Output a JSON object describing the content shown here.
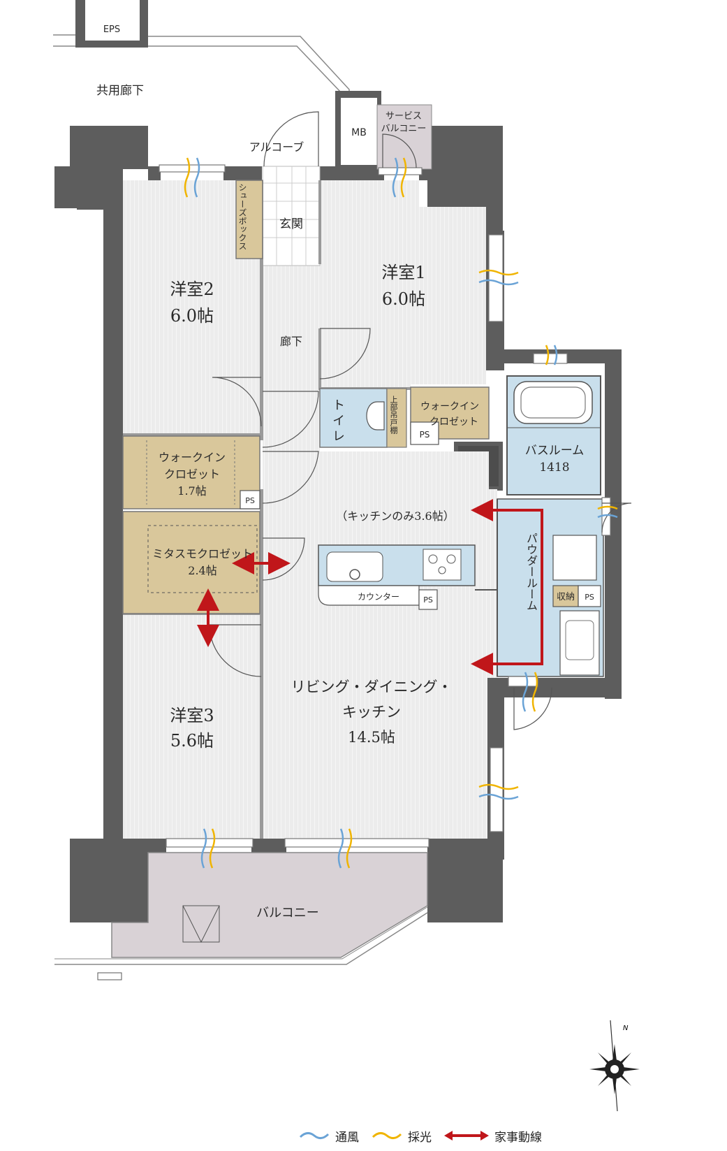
{
  "rooms": {
    "eps": "EPS",
    "common_corridor": "共用廊下",
    "mb": "MB",
    "service_balcony": [
      "サービス",
      "バルコニー"
    ],
    "alcove": "アルコーブ",
    "entrance": "玄関",
    "shoe_box": "シューズボックス",
    "western1": {
      "name": "洋室1",
      "size": "6.0帖"
    },
    "western2": {
      "name": "洋室2",
      "size": "6.0帖"
    },
    "western3": {
      "name": "洋室3",
      "size": "5.6帖"
    },
    "hallway": "廊下",
    "toilet": "トイレ",
    "upper_shelf": "上部吊戸棚",
    "wic1": [
      "ウォークイン",
      "クロゼット"
    ],
    "wic2": {
      "name": [
        "ウォークイン",
        "クロゼット"
      ],
      "size": "1.7帖"
    },
    "mitasmo": {
      "name": "ミタスモクロゼット",
      "size": "2.4帖"
    },
    "bathroom": {
      "name": "バスルーム",
      "size": "1418"
    },
    "kitchen_only": "（キッチンのみ3.6帖）",
    "powder_room": "パウダールーム",
    "storage": "収納",
    "counter": "カウンター",
    "ldk": {
      "name1": "リビング・ダイニング・",
      "name2": "キッチン",
      "size": "14.5帖"
    },
    "balcony": "バルコニー",
    "ps": "PS"
  },
  "legend": {
    "ventilation": "通風",
    "daylight": "採光",
    "housework": "家事動線"
  },
  "compass": {
    "north": "N"
  },
  "colors": {
    "wall": "#5d5d5d",
    "floor": "#ececec",
    "closet": "#d9c79b",
    "wet": "#c9dfec",
    "balcony": "#d9d2d6",
    "ventilation": "#6aa3d6",
    "daylight": "#f0b400",
    "housework": "#c0161a"
  }
}
